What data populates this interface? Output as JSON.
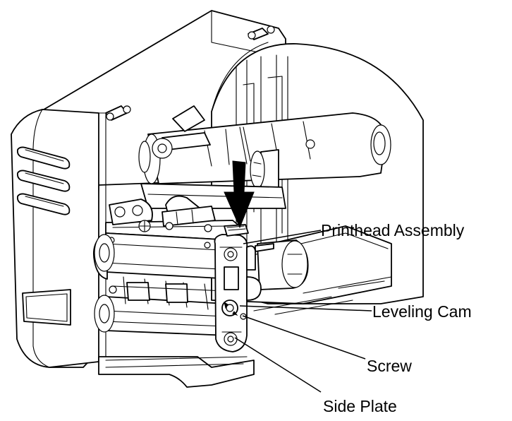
{
  "labels": {
    "printhead_assembly": "Printhead Assembly",
    "leveling_cam": "Leveling Cam",
    "screw": "Screw",
    "side_plate": "Side Plate"
  },
  "colors": {
    "line": "#000000",
    "background": "#ffffff"
  }
}
